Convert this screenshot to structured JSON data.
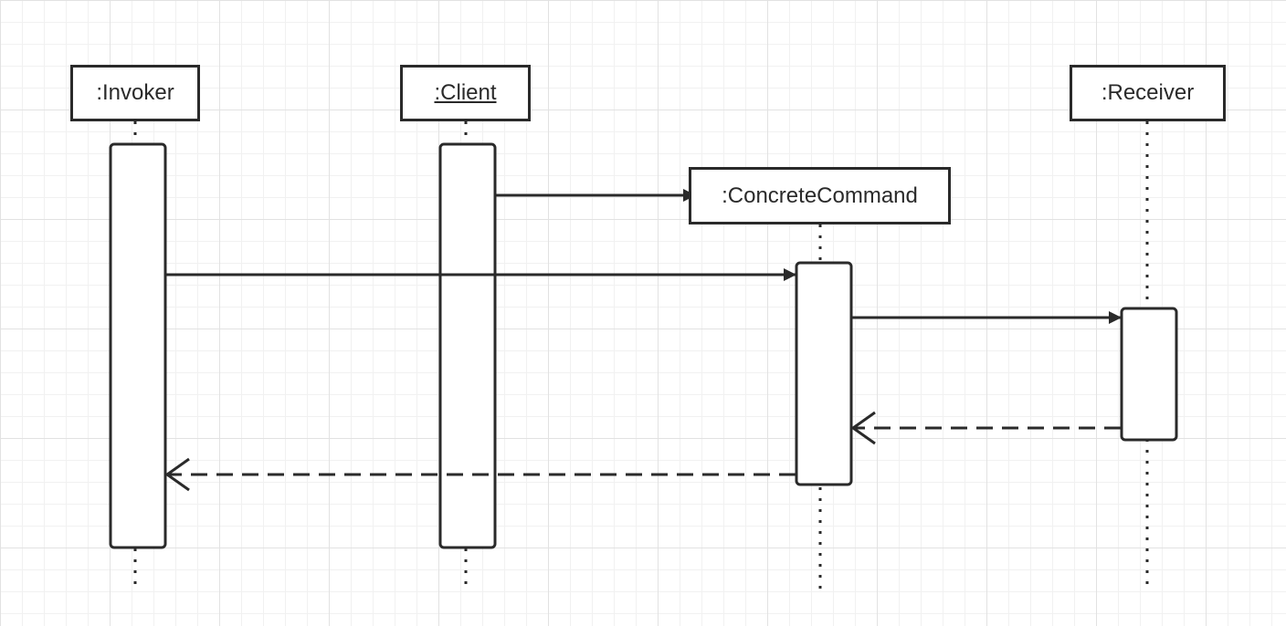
{
  "participants": {
    "invoker": {
      "label": ":Invoker",
      "underlined": false
    },
    "client": {
      "label": ":Client",
      "underlined": true
    },
    "concrete_command": {
      "label": ":ConcreteCommand",
      "underlined": false
    },
    "receiver": {
      "label": ":Receiver",
      "underlined": false
    }
  },
  "messages": [
    {
      "from": "client",
      "to": "concrete_command",
      "kind": "create",
      "line": "solid",
      "arrowhead": "filled"
    },
    {
      "from": "invoker",
      "to": "concrete_command",
      "kind": "call",
      "line": "solid",
      "arrowhead": "filled"
    },
    {
      "from": "concrete_command",
      "to": "receiver",
      "kind": "call",
      "line": "solid",
      "arrowhead": "filled"
    },
    {
      "from": "receiver",
      "to": "concrete_command",
      "kind": "return",
      "line": "dashed",
      "arrowhead": "open"
    },
    {
      "from": "concrete_command",
      "to": "invoker",
      "kind": "return",
      "line": "dashed",
      "arrowhead": "open"
    }
  ],
  "colors": {
    "stroke": "#2a2a2a",
    "background": "#ffffff",
    "grid_major": "#e2e2e2",
    "grid_minor": "#f1f1f1"
  }
}
